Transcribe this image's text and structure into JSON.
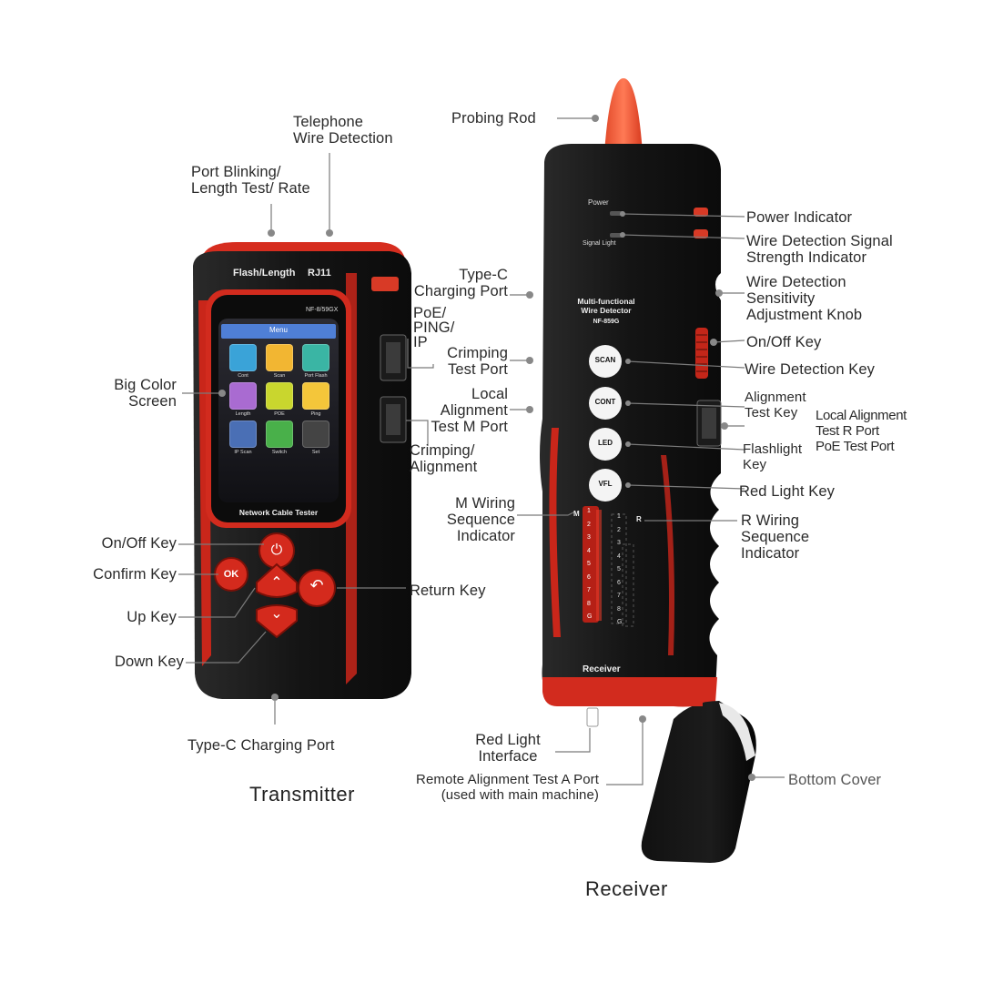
{
  "titles": {
    "transmitter": "Transmitter",
    "receiver": "Receiver"
  },
  "transmitter": {
    "top_labels": {
      "left": "Flash/Length",
      "right": "RJ11"
    },
    "model": "NF-8/59GX",
    "screen_header": "Menu",
    "tiles": [
      {
        "label": "Cont",
        "icon": "cable-icon",
        "color": "#3aa3d8"
      },
      {
        "label": "Scan",
        "icon": "magnifier-icon",
        "color": "#f2b632"
      },
      {
        "label": "Port Flash",
        "icon": "port-icon",
        "color": "#3ab5a4"
      },
      {
        "label": "Length",
        "icon": "ruler-icon",
        "color": "#a96bd1"
      },
      {
        "label": "POE",
        "icon": "poe-icon",
        "color": "#c9d62e"
      },
      {
        "label": "Ping",
        "icon": "ping-icon",
        "color": "#f4c63a"
      },
      {
        "label": "IP Scan",
        "icon": "search-icon",
        "color": "#4a6fb5"
      },
      {
        "label": "Switch",
        "icon": "switch-icon",
        "color": "#49b04a"
      },
      {
        "label": "Set",
        "icon": "gear-icon",
        "color": "#444444"
      }
    ],
    "brand": "Network Cable Tester",
    "buttons": {
      "power": "⏻",
      "ok": "OK",
      "up": "⌃",
      "down": "⌄",
      "back": "↶"
    }
  },
  "receiver": {
    "power_text": "Power",
    "signal_text": "Signal Light",
    "name_line1": "Multi-functional",
    "name_line2": "Wire Detector",
    "model": "NF-859G",
    "keys": [
      "SCAN",
      "CONT",
      "LED",
      "VFL"
    ],
    "m_label": "M",
    "r_label": "R",
    "m_numbers": [
      "1",
      "2",
      "3",
      "4",
      "5",
      "6",
      "7",
      "8",
      "G"
    ],
    "r_numbers": [
      "1",
      "2",
      "3",
      "4",
      "5",
      "6",
      "7",
      "8",
      "G"
    ],
    "footer": "Receiver"
  },
  "callouts": {
    "telephone": [
      "Telephone",
      "Wire Detection"
    ],
    "port_blink": [
      "Port Blinking/",
      "Length Test/ Rate"
    ],
    "big_screen": [
      "Big Color",
      "Screen"
    ],
    "poe_ping": [
      "PoE/",
      "PING/",
      "IP"
    ],
    "crimp_align": [
      "Crimping/",
      "Alignment"
    ],
    "onoff_left": [
      "On/Off Key"
    ],
    "confirm": [
      "Confirm Key"
    ],
    "up": [
      "Up Key"
    ],
    "down": [
      "Down Key"
    ],
    "return": [
      "Return Key"
    ],
    "typec_bottom": [
      "Type-C Charging Port"
    ],
    "probing_rod": [
      "Probing Rod"
    ],
    "typec_right": [
      "Type-C",
      "Charging Port"
    ],
    "crimping_test": [
      "Crimping",
      "Test Port"
    ],
    "local_align_m": [
      "Local",
      "Alignment",
      "Test M Port"
    ],
    "m_wiring": [
      "M Wiring",
      "Sequence",
      "Indicator"
    ],
    "power_ind": [
      "Power Indicator"
    ],
    "signal_ind": [
      "Wire Detection Signal",
      "Strength Indicator"
    ],
    "sensitivity": [
      "Wire Detection",
      "Sensitivity",
      "Adjustment Knob"
    ],
    "onoff_right": [
      "On/Off Key"
    ],
    "wire_det_key": [
      "Wire Detection Key"
    ],
    "align_key": [
      "Alignment",
      "Test Key"
    ],
    "local_align_r": [
      "Local Alignment",
      "Test R Port",
      "PoE Test Port"
    ],
    "flashlight": [
      "Flashlight",
      "Key"
    ],
    "red_light_key": [
      "Red Light Key"
    ],
    "r_wiring": [
      "R Wiring",
      "Sequence",
      "Indicator"
    ],
    "red_light_if": [
      "Red Light",
      "Interface"
    ],
    "remote_align": [
      "Remote Alignment Test A Port",
      "(used with main machine)"
    ],
    "bottom_cover": [
      "Bottom Cover"
    ]
  }
}
